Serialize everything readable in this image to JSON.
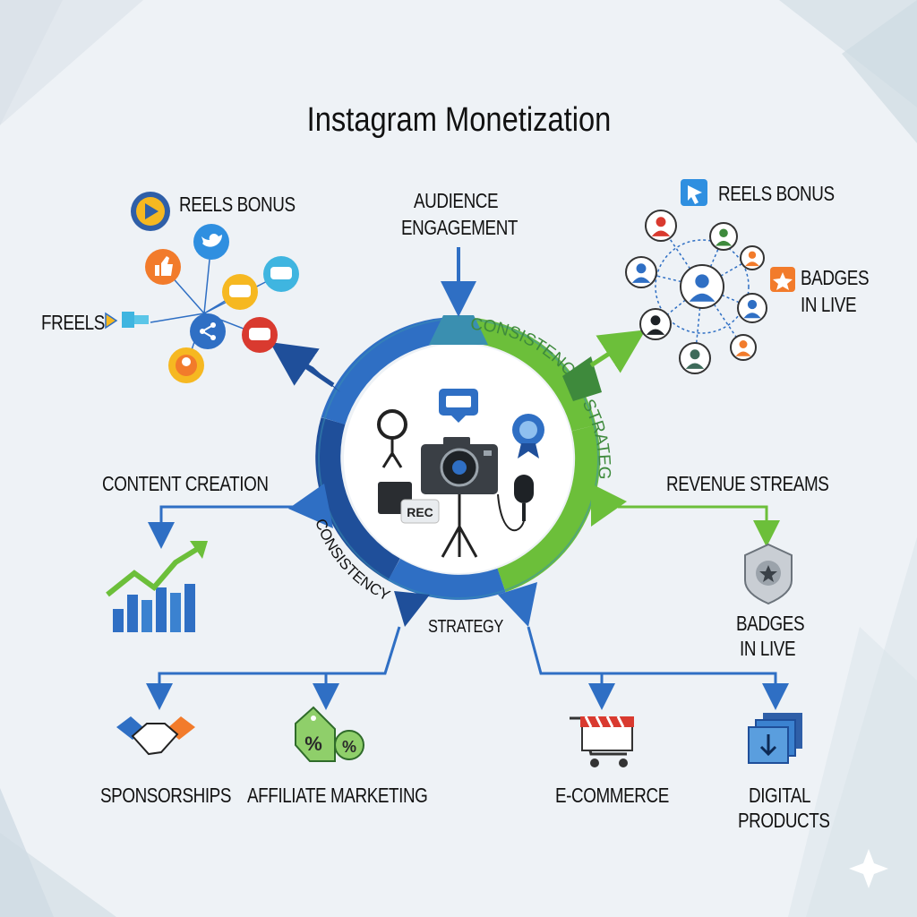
{
  "title": "Instagram Monetization",
  "labels": {
    "reels_bonus_left": "REELS BONUS",
    "freels": "FREELS",
    "audience_engagement": [
      "AUDIENCE",
      "ENGAGEMENT"
    ],
    "reels_bonus_right": "REELS BONUS",
    "badges_in_live_right": [
      "BADGES",
      "IN LIVE"
    ],
    "content_creation": "CONTENT CREATION",
    "revenue_streams": "REVENUE STREAMS",
    "badges_in_live_bottom": [
      "BADGES",
      "IN LIVE"
    ],
    "sponsorships": "SPONSORSHIPS",
    "affiliate_marketing": "AFFILIATE MARKETING",
    "ecommerce": "E-COMMERCE",
    "digital_products": [
      "DIGITAL",
      "PRODUCTS"
    ]
  },
  "ring_labels": {
    "consistency_top": "CONSISTENCY",
    "strategy_right": "STRATEGY",
    "consistency_left": "CONSISTENCY",
    "strategy_bottom": "STRATEGY"
  },
  "center": {
    "rec": "REC"
  },
  "colors": {
    "blue": "#2f6fc4",
    "dark_blue": "#1f4f9a",
    "green": "#6cbf3a",
    "dark_green": "#3e8a3c",
    "teal": "#3a8fb0",
    "orange": "#f27b2b",
    "red": "#d93a2f",
    "yellow": "#f6b821"
  },
  "icons": {
    "left_cluster": [
      "play-icon",
      "twitter-bird-icon",
      "thumbs-up-icon",
      "chat-bubble-icon",
      "share-icon",
      "user-icon"
    ],
    "center": [
      "ring-light-icon",
      "camera-icon",
      "microphone-icon",
      "tripod-icon",
      "chat-bubble-icon",
      "award-badge-icon",
      "rec-monitor-icon"
    ],
    "right_cluster": [
      "cursor-icon",
      "user-network-icon",
      "star-badge-icon"
    ],
    "bottom": [
      "handshake-icon",
      "price-tag-icon",
      "shopping-cart-icon",
      "digital-download-icon",
      "shield-badge-icon",
      "growth-chart-icon"
    ]
  }
}
